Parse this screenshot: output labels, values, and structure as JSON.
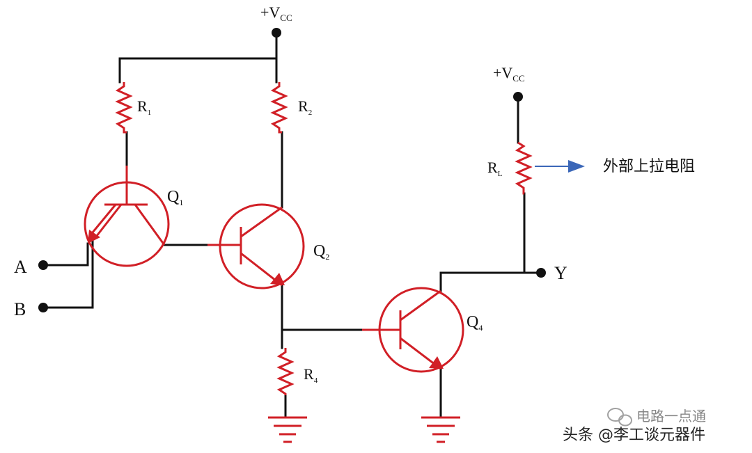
{
  "labels": {
    "vcc_main": "+V",
    "vcc_main_sub": "CC",
    "vcc_right": "+V",
    "vcc_right_sub": "CC",
    "r1": "R",
    "r1_sub": "1",
    "r2": "R",
    "r2_sub": "2",
    "r4": "R",
    "r4_sub": "4",
    "rl": "R",
    "rl_sub": "L",
    "q1": "Q",
    "q1_sub": "1",
    "q2": "Q",
    "q2_sub": "2",
    "q4": "Q",
    "q4_sub": "4",
    "input_a": "A",
    "input_b": "B",
    "output_y": "Y",
    "annotation": "外部上拉电阻"
  },
  "watermark": {
    "channel": "电路一点通",
    "source": "头条 @李工谈元器件"
  },
  "colors": {
    "component": "#d11f26",
    "wire": "#111111",
    "annotation_arrow": "#3b67b8"
  }
}
